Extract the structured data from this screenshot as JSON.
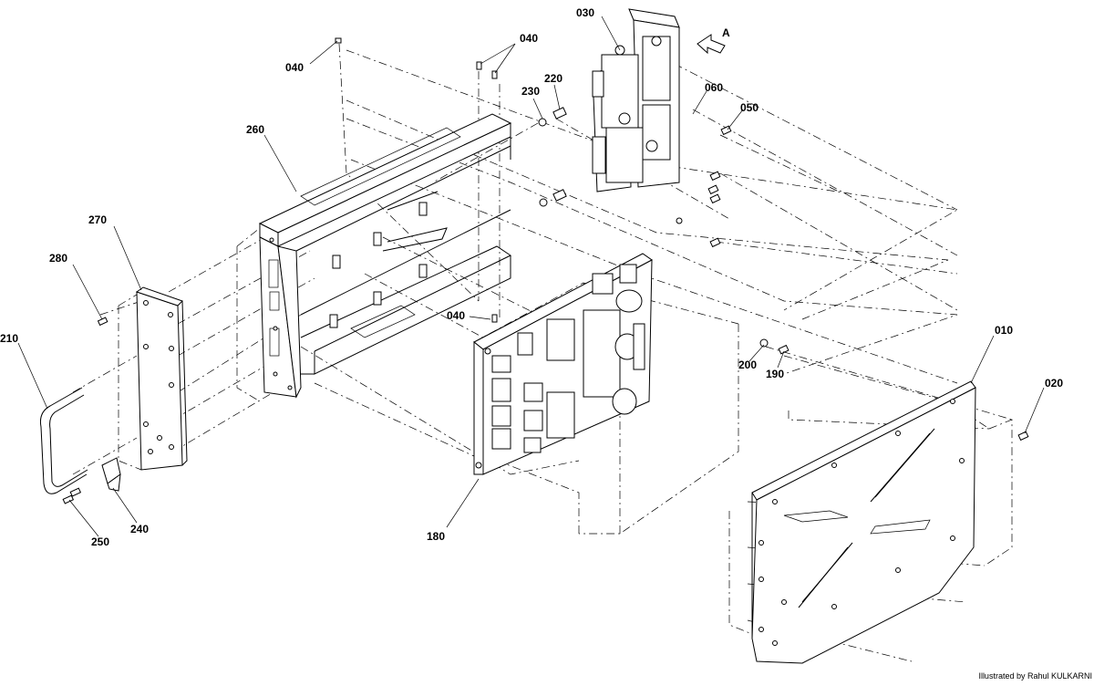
{
  "diagram": {
    "callouts": [
      "030",
      "040",
      "040",
      "220",
      "230",
      "260",
      "060",
      "050",
      "270",
      "280",
      "040",
      "210",
      "200",
      "190",
      "010",
      "020",
      "180",
      "240",
      "250"
    ],
    "view_label": "A",
    "credit": "Illustrated by Rahul KULKARNI"
  }
}
